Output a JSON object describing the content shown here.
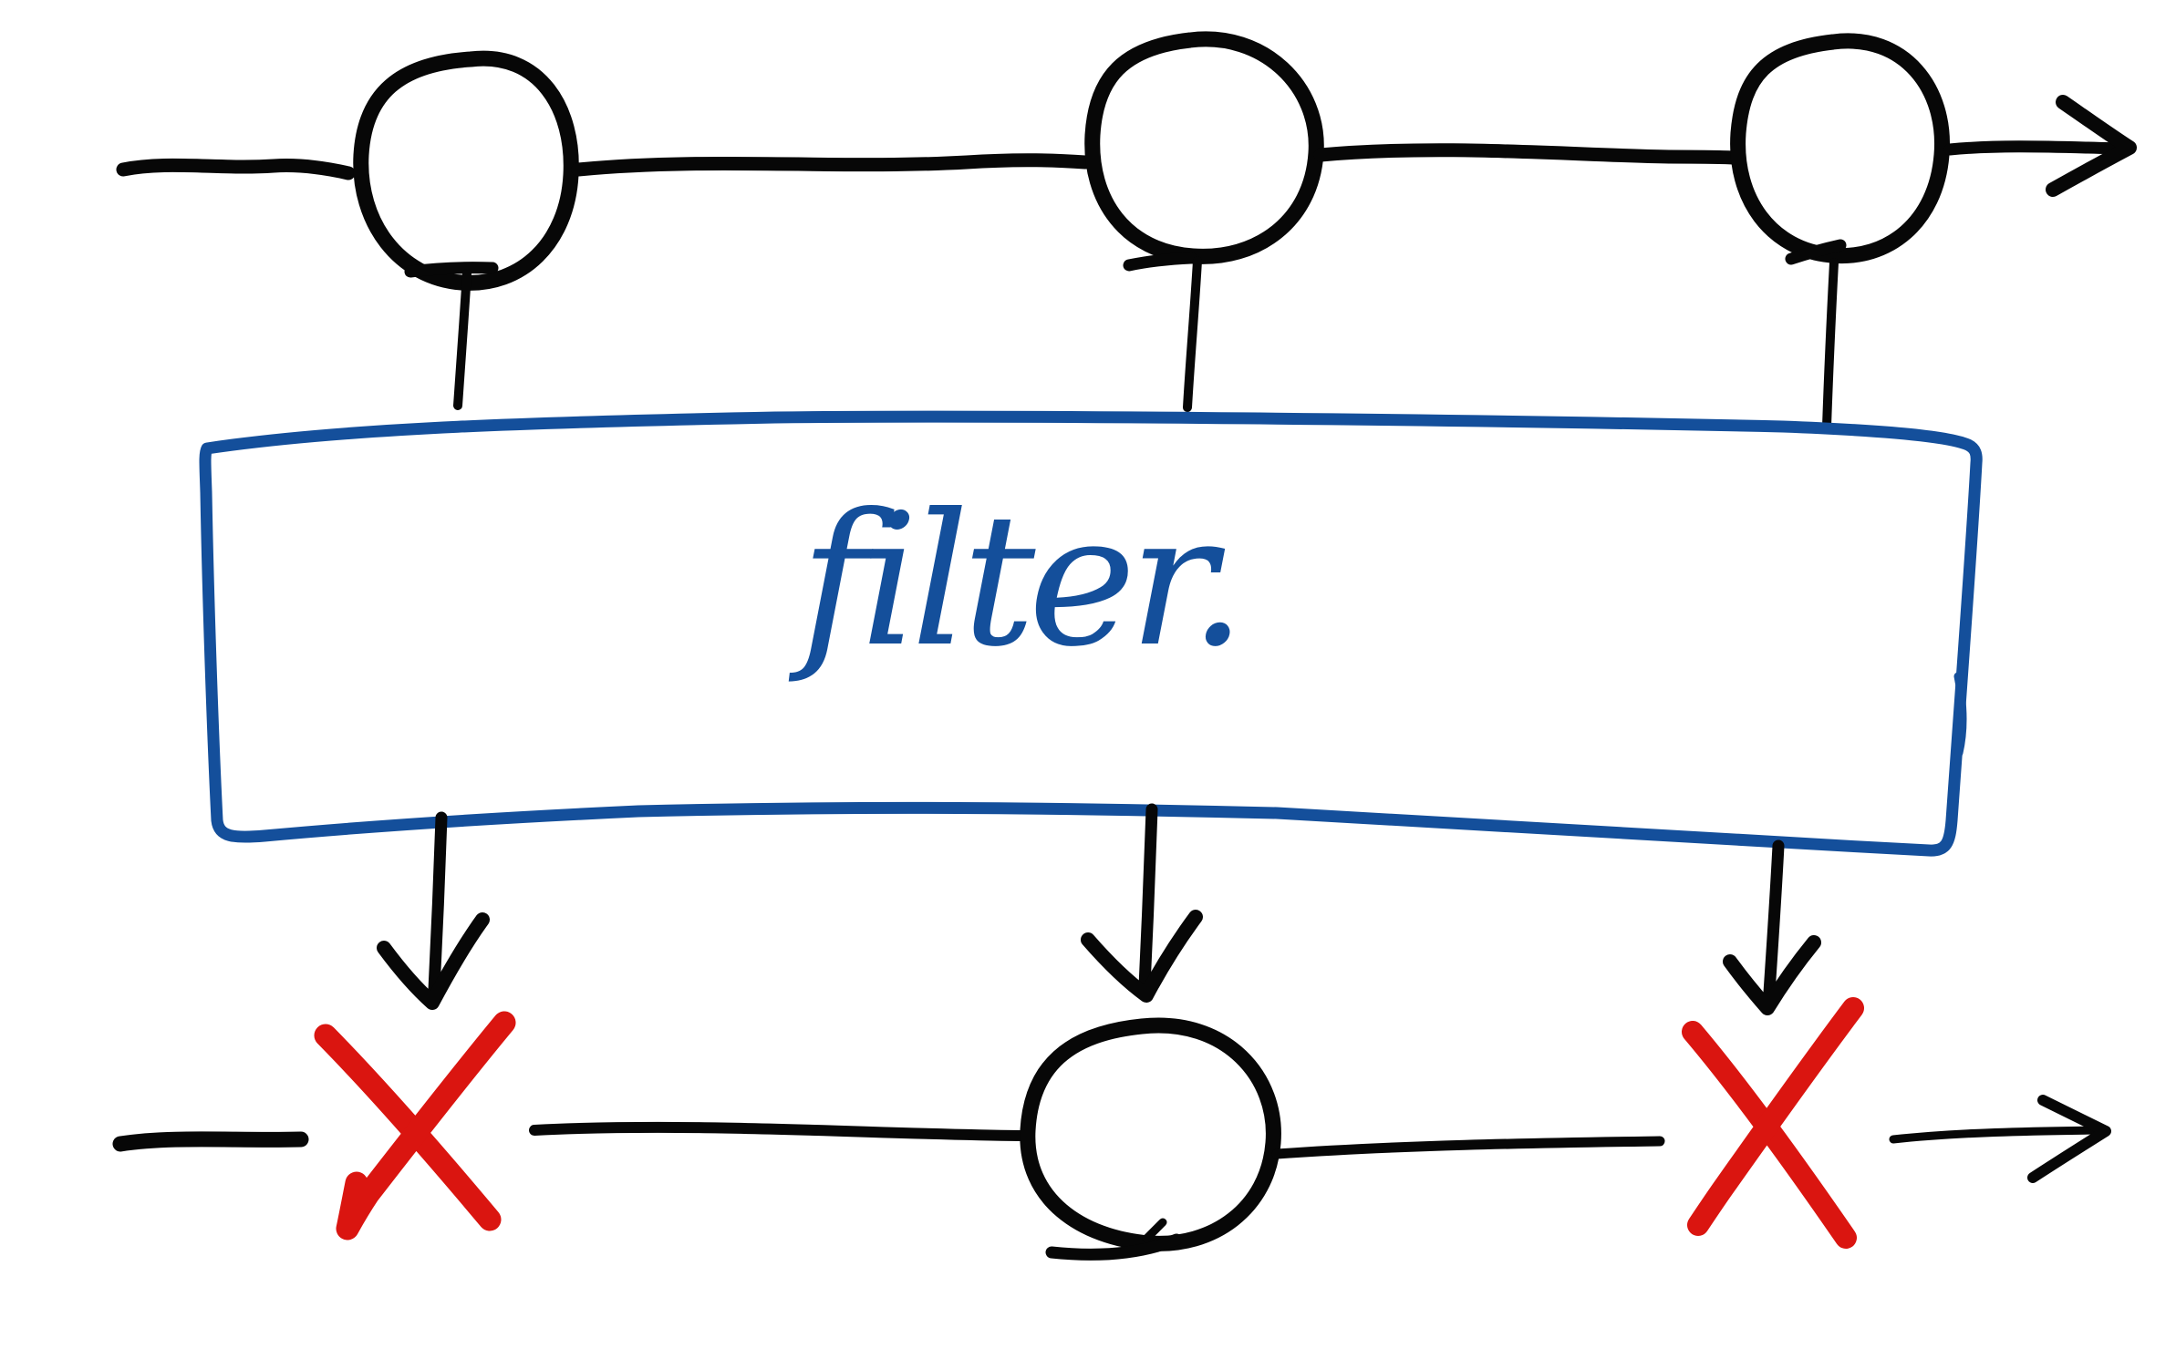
{
  "diagram": {
    "title": "hand-drawn stream filter diagram",
    "label": "filter.",
    "input_stream": {
      "marks": [
        "circle",
        "circle",
        "circle"
      ]
    },
    "output_stream": {
      "marks": [
        "red-x",
        "circle",
        "red-x"
      ]
    }
  },
  "colors": {
    "ink": "#070707",
    "box": "#144f9b",
    "cross": "#da1510",
    "paper": "#ffffff"
  }
}
